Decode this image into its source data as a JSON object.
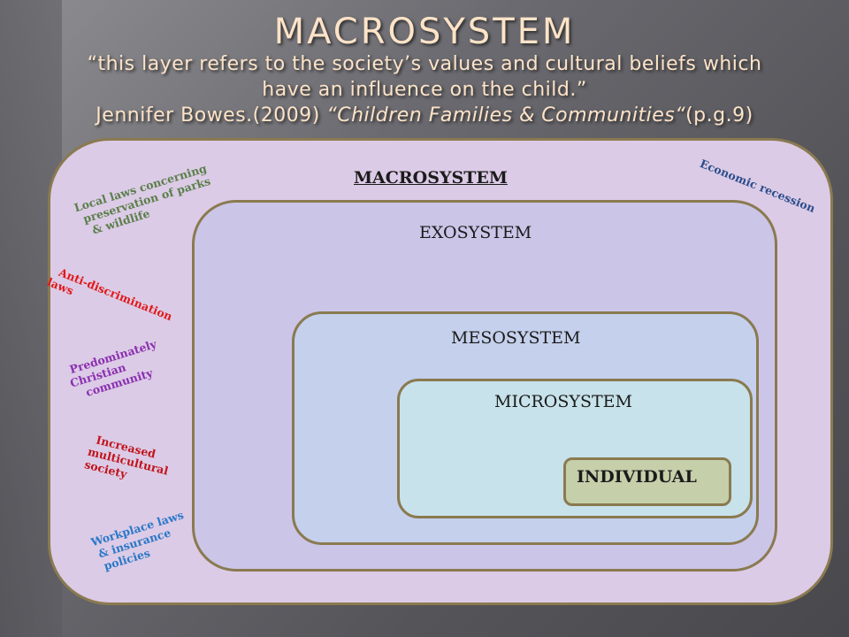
{
  "title": {
    "main": "MACROSYSTEM",
    "line1": "“this layer refers to the society’s values and cultural beliefs which",
    "line2": "have an influence on the child.”",
    "line3_prefix": "Jennifer Bowes.(2009) ",
    "line3_italic": "“Children Families & Communities“",
    "line3_suffix": "(p.g.9)"
  },
  "diagram": {
    "macro_label": "MACROSYSTEM",
    "exo_label": "EXOSYSTEM",
    "meso_label": "MESOSYSTEM",
    "micro_label": "MICROSYSTEM",
    "individual_label": "INDIVIDUAL"
  },
  "notes": {
    "local_laws": [
      "Local laws concerning",
      "preservation of parks",
      "& wildlife"
    ],
    "economic": [
      "Economic recession"
    ],
    "anti_discrimination": [
      "Anti-discrimination",
      "laws"
    ],
    "christian": [
      "Predominately",
      "Christian",
      "community"
    ],
    "multicultural": [
      "Increased",
      "multicultural",
      "society"
    ],
    "workplace": [
      "Workplace laws",
      "& insurance",
      "policies"
    ]
  },
  "colors": {
    "title_text": "#fde3c8",
    "macro_fill": "#dccbe6",
    "exo_fill": "#cbc5e8",
    "meso_fill": "#c4d0ec",
    "micro_fill": "#c7e2ea",
    "individual_fill": "#c5cfaa",
    "border": "#8a7a50"
  }
}
